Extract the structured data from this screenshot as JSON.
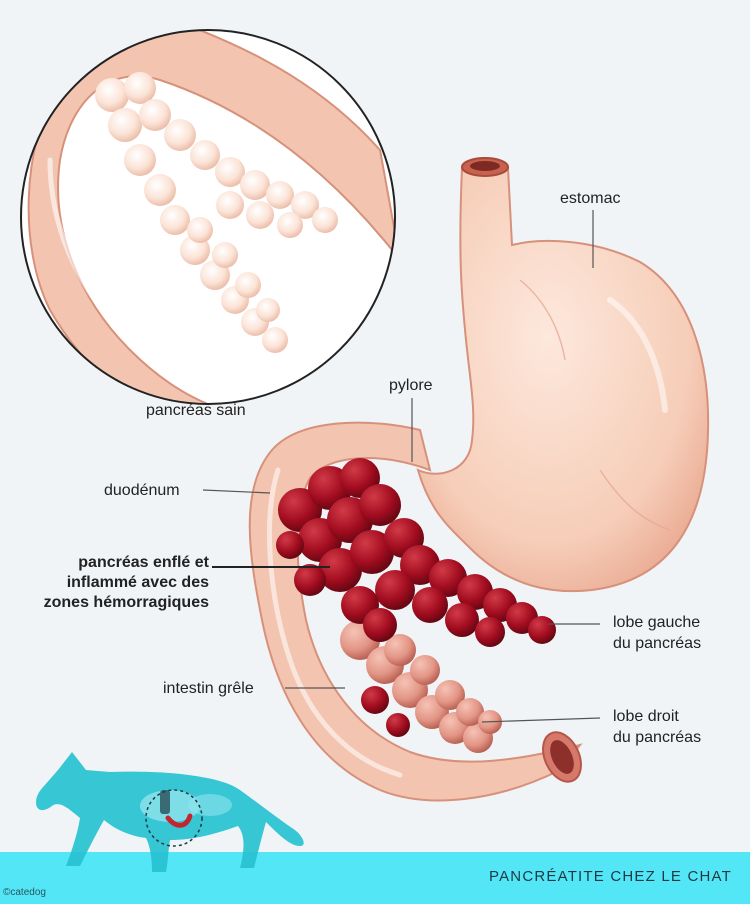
{
  "labels": {
    "estomac": "estomac",
    "pylore": "pylore",
    "duodenum": "duodénum",
    "inflamed_1": "pancréas enflé et",
    "inflamed_2": "inflammé avec des",
    "inflamed_3": "zones hémorragiques",
    "intestin": "intestin grêle",
    "lobe_gauche_1": "lobe gauche",
    "lobe_gauche_2": "du pancréas",
    "lobe_droit_1": "lobe droit",
    "lobe_droit_2": "du pancréas",
    "pancreas_sain": "pancréas sain"
  },
  "footer": {
    "title": "PANCRÉATITE CHEZ LE CHAT",
    "copyright": "©catedog"
  },
  "colors": {
    "background": "#f1f4f7",
    "footer_band": "#53e6f6",
    "cat": "#27c1d0",
    "stomach": "#f5cfbd",
    "healthy_pancreas": "#fbe3d6",
    "inflamed_pancreas": "#9f0a1e"
  }
}
